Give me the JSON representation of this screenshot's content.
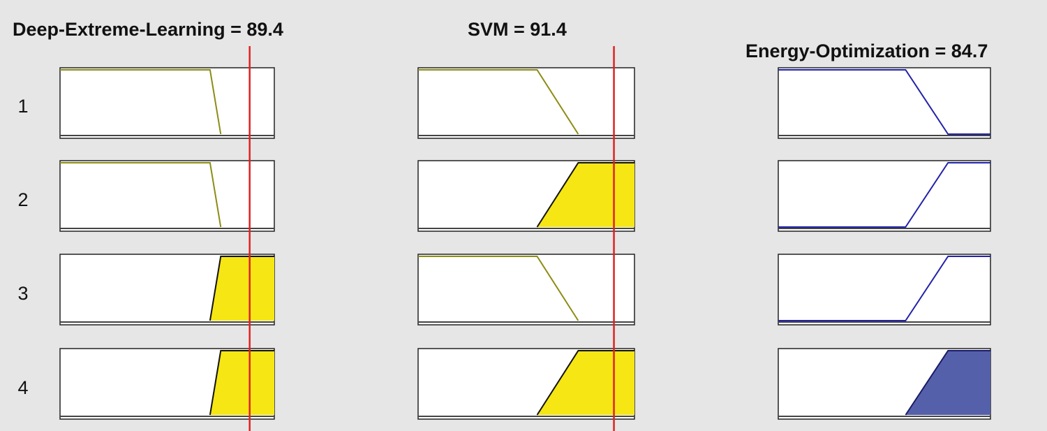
{
  "rule_viewer": {
    "rows": [
      "1",
      "2",
      "3",
      "4"
    ],
    "columns": [
      {
        "title": "Deep-Extreme-Learning = 89.4",
        "variable": "Deep-Extreme-Learning",
        "value": 89.4,
        "edge_color": "#8c8c14",
        "fill_color": "#f5e614",
        "membership": [
          {
            "shape": "falling",
            "filled": false,
            "top_start": 0.7,
            "top_end": 0.7,
            "base": 0.75
          },
          {
            "shape": "falling",
            "filled": false,
            "top_start": 0.7,
            "top_end": 0.7,
            "base": 0.75
          },
          {
            "shape": "rising",
            "filled": true,
            "base": 0.7,
            "top": 0.75
          },
          {
            "shape": "rising",
            "filled": true,
            "base": 0.7,
            "top": 0.75
          }
        ],
        "indicator": 0.885
      },
      {
        "title": "SVM = 91.4",
        "variable": "SVM",
        "value": 91.4,
        "edge_color": "#8c8c14",
        "fill_color": "#f5e614",
        "membership": [
          {
            "shape": "falling",
            "filled": false,
            "top_start": 0.55,
            "top_end": 0.55,
            "base": 0.74
          },
          {
            "shape": "rising",
            "filled": true,
            "base": 0.55,
            "top": 0.74
          },
          {
            "shape": "falling",
            "filled": false,
            "top_start": 0.55,
            "top_end": 0.55,
            "base": 0.74
          },
          {
            "shape": "rising",
            "filled": true,
            "base": 0.55,
            "top": 0.74
          }
        ],
        "indicator": 0.905
      },
      {
        "title": "Energy-Optimization = 84.7",
        "variable": "Energy-Optimization",
        "value": 84.7,
        "edge_color": "#2222aa",
        "fill_color": "#5560aa",
        "membership": [
          {
            "shape": "falling",
            "filled": false,
            "top_start": 0.6,
            "top_end": 0.6,
            "base": 0.8
          },
          {
            "shape": "rising",
            "filled": false,
            "base": 0.6,
            "top": 0.8
          },
          {
            "shape": "rising",
            "filled": false,
            "base": 0.6,
            "top": 0.8
          },
          {
            "shape": "rising",
            "filled": true,
            "base": 0.6,
            "top": 0.8
          }
        ],
        "indicator": null
      }
    ],
    "indicator_color": "#e02020"
  }
}
